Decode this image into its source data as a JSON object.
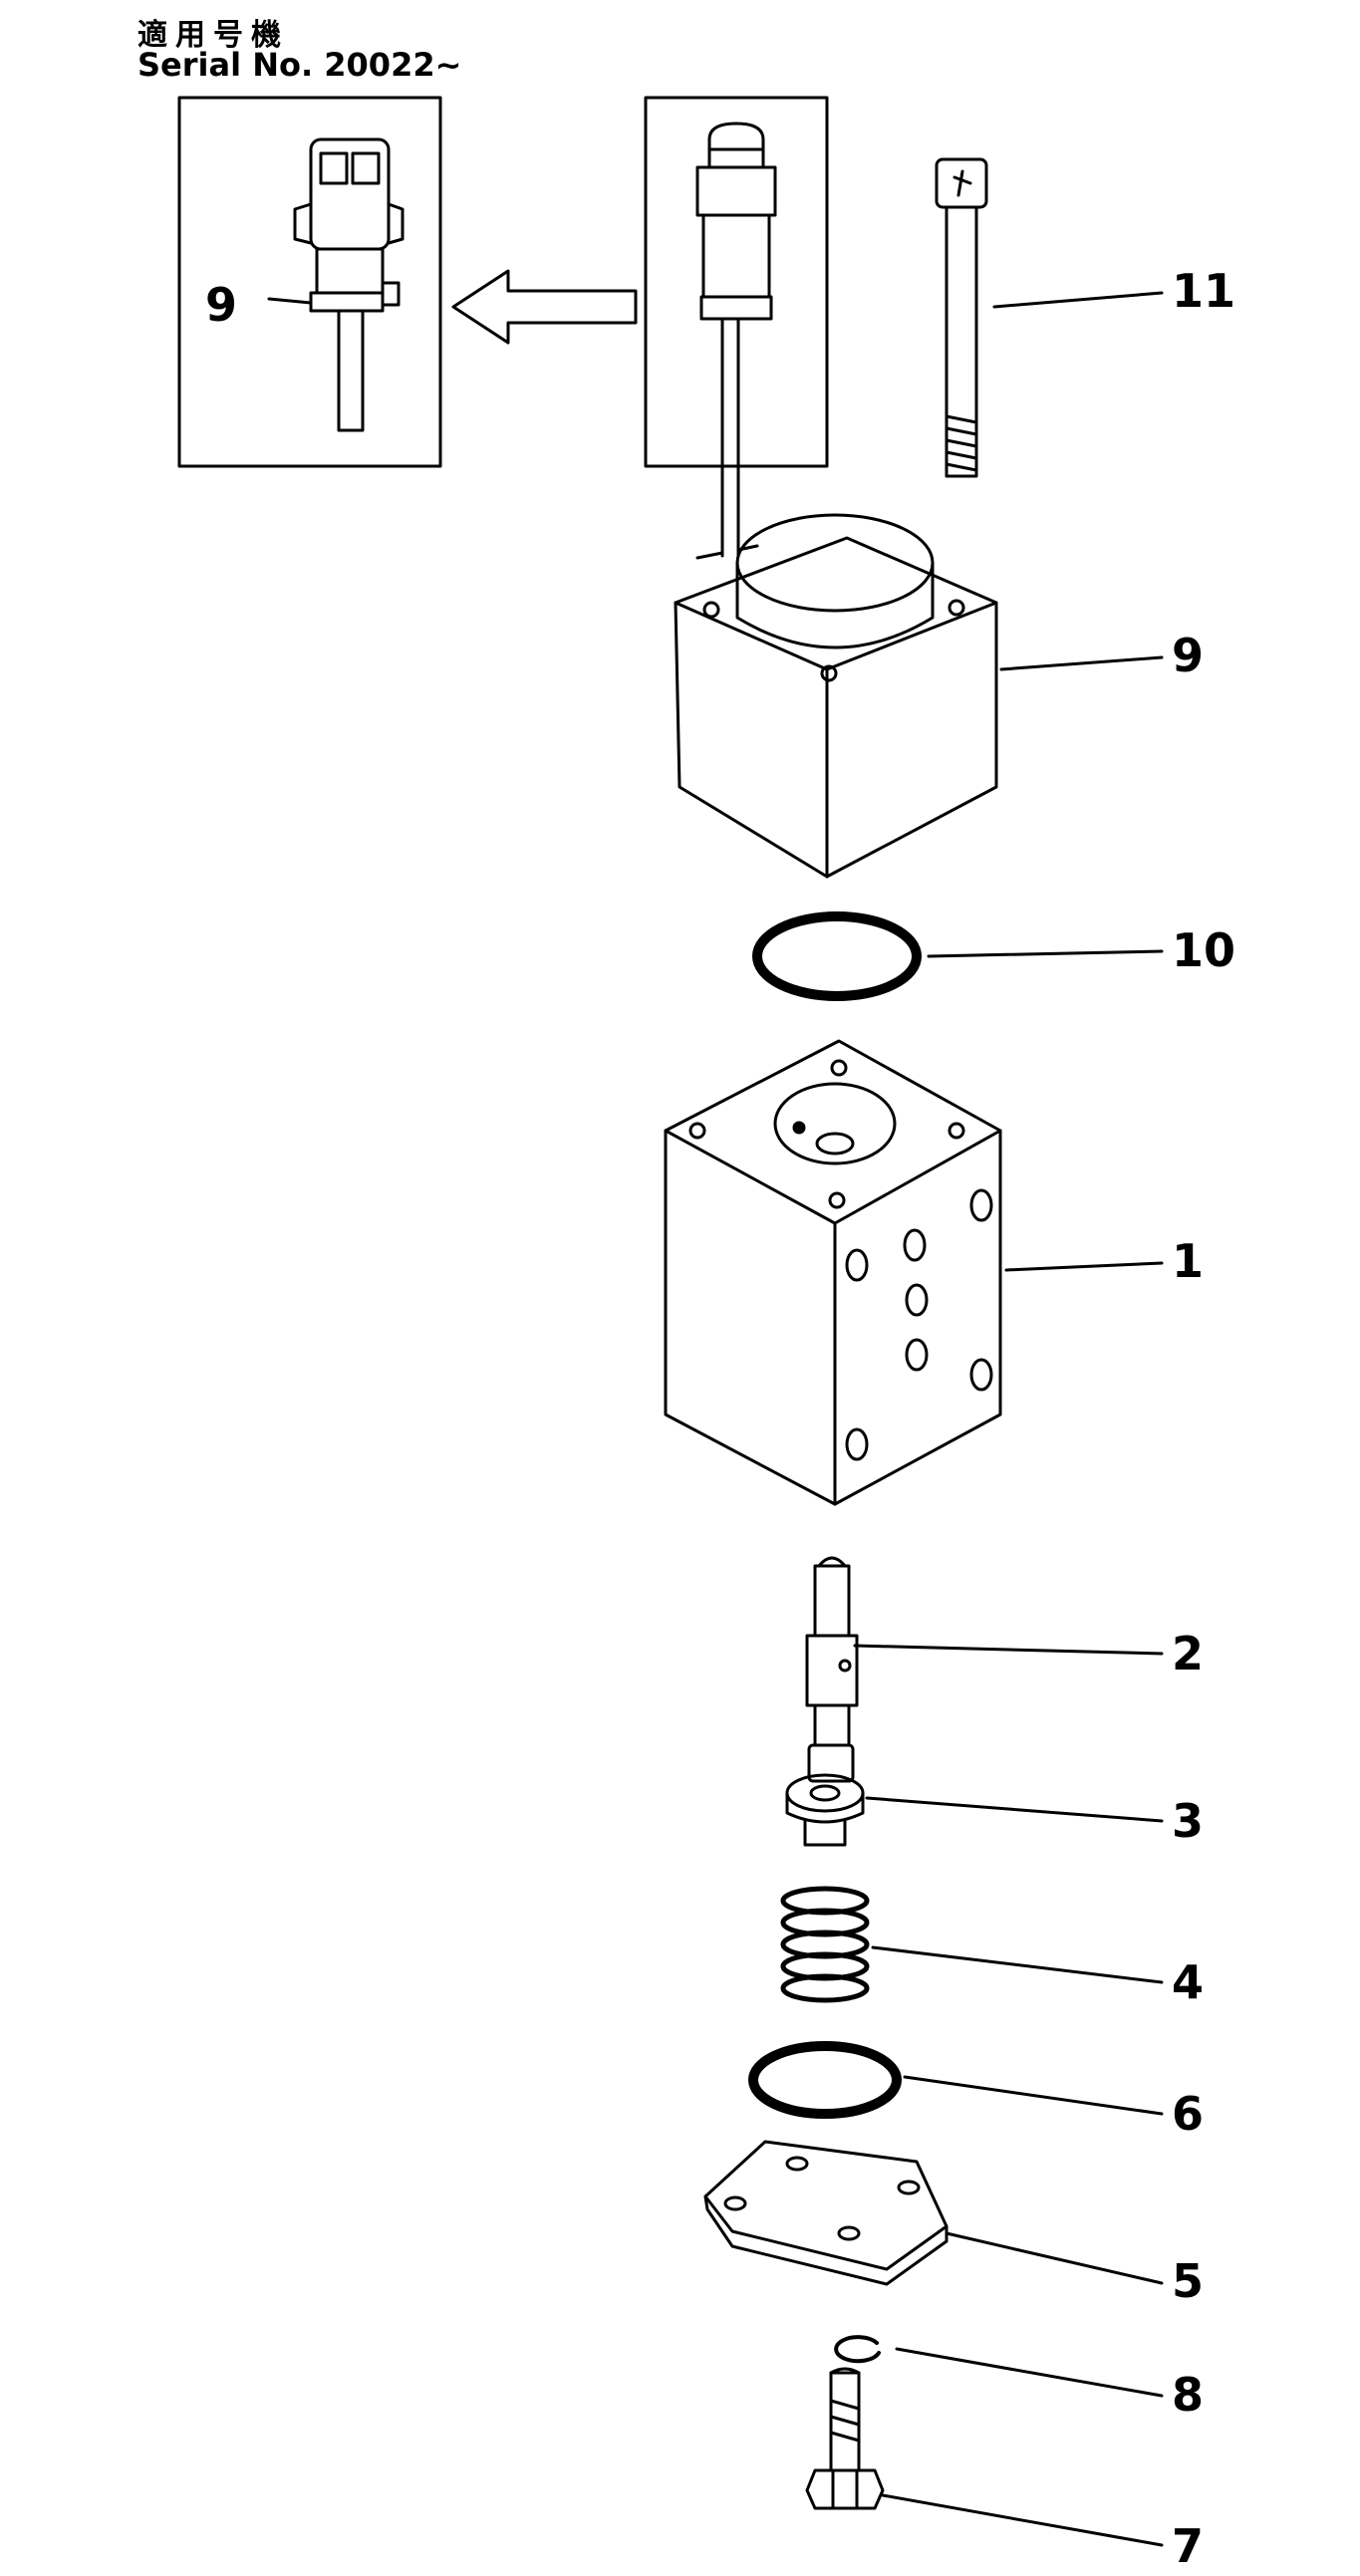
{
  "header": {
    "applicable_label": "適用号機",
    "serial_label": "Serial No. 20022~"
  },
  "callouts": {
    "inset_9": "9",
    "p11": "11",
    "p9": "9",
    "p10": "10",
    "p1": "1",
    "p2": "2",
    "p3": "3",
    "p4": "4",
    "p6": "6",
    "p5": "5",
    "p8": "8",
    "p7": "7"
  },
  "colors": {
    "ink": "#000000",
    "paper": "#ffffff"
  }
}
